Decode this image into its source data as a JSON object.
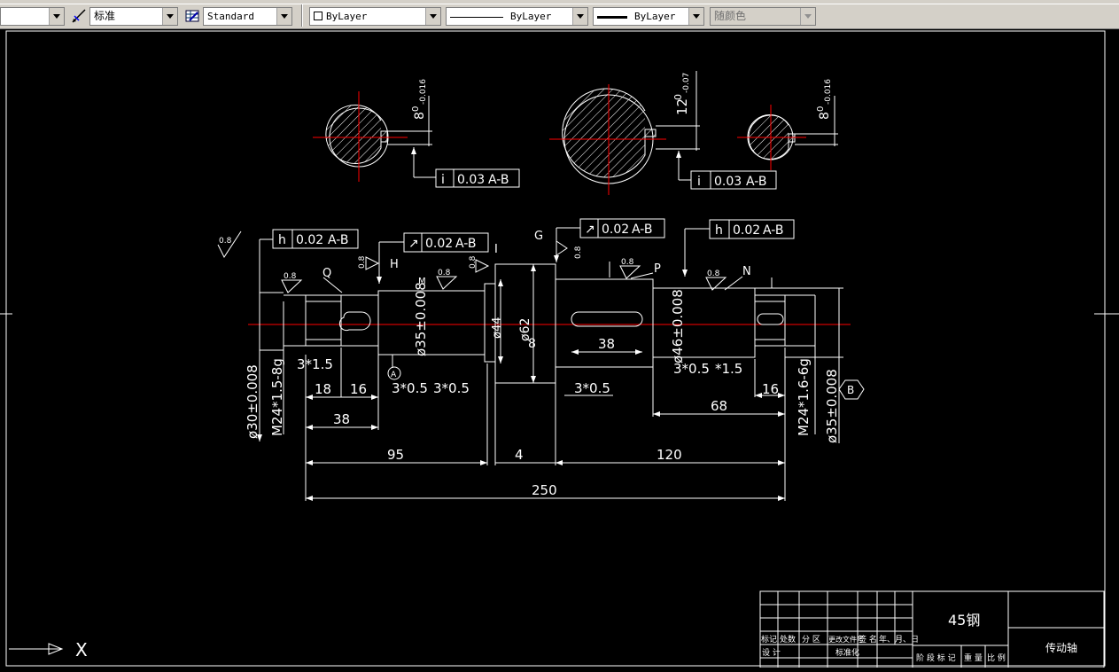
{
  "toolbar": {
    "dimstyle_value": "标准",
    "tablestyle_value": "Standard",
    "color_value": "ByLayer",
    "linetype_value": "ByLayer",
    "lineweight_value": "ByLayer",
    "plotstyle_value": "随颜色"
  },
  "drawing": {
    "section_left_dim": "8",
    "section_left_tol": "0",
    "section_left_tol2": "-0.016",
    "section_mid_dim": "12",
    "section_mid_tol": "0",
    "section_mid_tol2": "-0.07",
    "section_right_dim": "8",
    "section_right_tol": "0",
    "section_right_tol2": "-0.016",
    "sym_fcf_1": {
      "symbol": "i",
      "value": "0.03",
      "datum": "A-B"
    },
    "sym_fcf_2": {
      "symbol": "i",
      "value": "0.03",
      "datum": "A-B"
    },
    "fcf_q": {
      "symbol": "h",
      "value": "0.02",
      "datum": "A-B"
    },
    "fcf_h": {
      "symbol": "↗",
      "value": "0.02",
      "datum": "A-B"
    },
    "fcf_g": {
      "symbol": "↗",
      "value": "0.02",
      "datum": "A-B"
    },
    "fcf_n": {
      "symbol": "h",
      "value": "0.02",
      "datum": "A-B"
    },
    "labels": {
      "Q": "Q",
      "H": "H",
      "M": "M",
      "I": "I",
      "G": "G",
      "P": "P",
      "N": "N",
      "A": "A",
      "B": "B"
    },
    "roughness": "0.8",
    "dims": {
      "d30": "ø30±0.008",
      "m24_left": "M24*1.5-8g",
      "chamfer_l": "3*1.5",
      "d35_left": "ø35±0.008",
      "d44": "ø44",
      "d62": "ø62",
      "key8": "8",
      "key38": "38",
      "d46": "ø46±0.008",
      "chamfer_r": "3*0.5",
      "chamfer_r2": "*1.5",
      "m24_right": "M24*1.6-6g",
      "d35_right": "ø35±0.008",
      "l18": "18",
      "l16a": "16",
      "c305a": "3*0.5",
      "c305b": "3*0.5",
      "c305c": "3*0.5",
      "l16b": "16",
      "l38": "38",
      "l68": "68",
      "l95": "95",
      "l4": "4",
      "l120": "120",
      "l250": "250"
    }
  },
  "title_block": {
    "material": "45钢",
    "part_name": "传动轴",
    "row_labels": [
      "标记",
      "处数",
      "分 区",
      "更改文件号",
      "签 名",
      "年、月、日"
    ],
    "row_labels2": [
      "设 计",
      "",
      "",
      "标准化",
      "",
      ""
    ],
    "right_labels": [
      "阶 段 标 记",
      "重 量",
      "比 例"
    ]
  },
  "ucs": {
    "x_label": "X"
  }
}
